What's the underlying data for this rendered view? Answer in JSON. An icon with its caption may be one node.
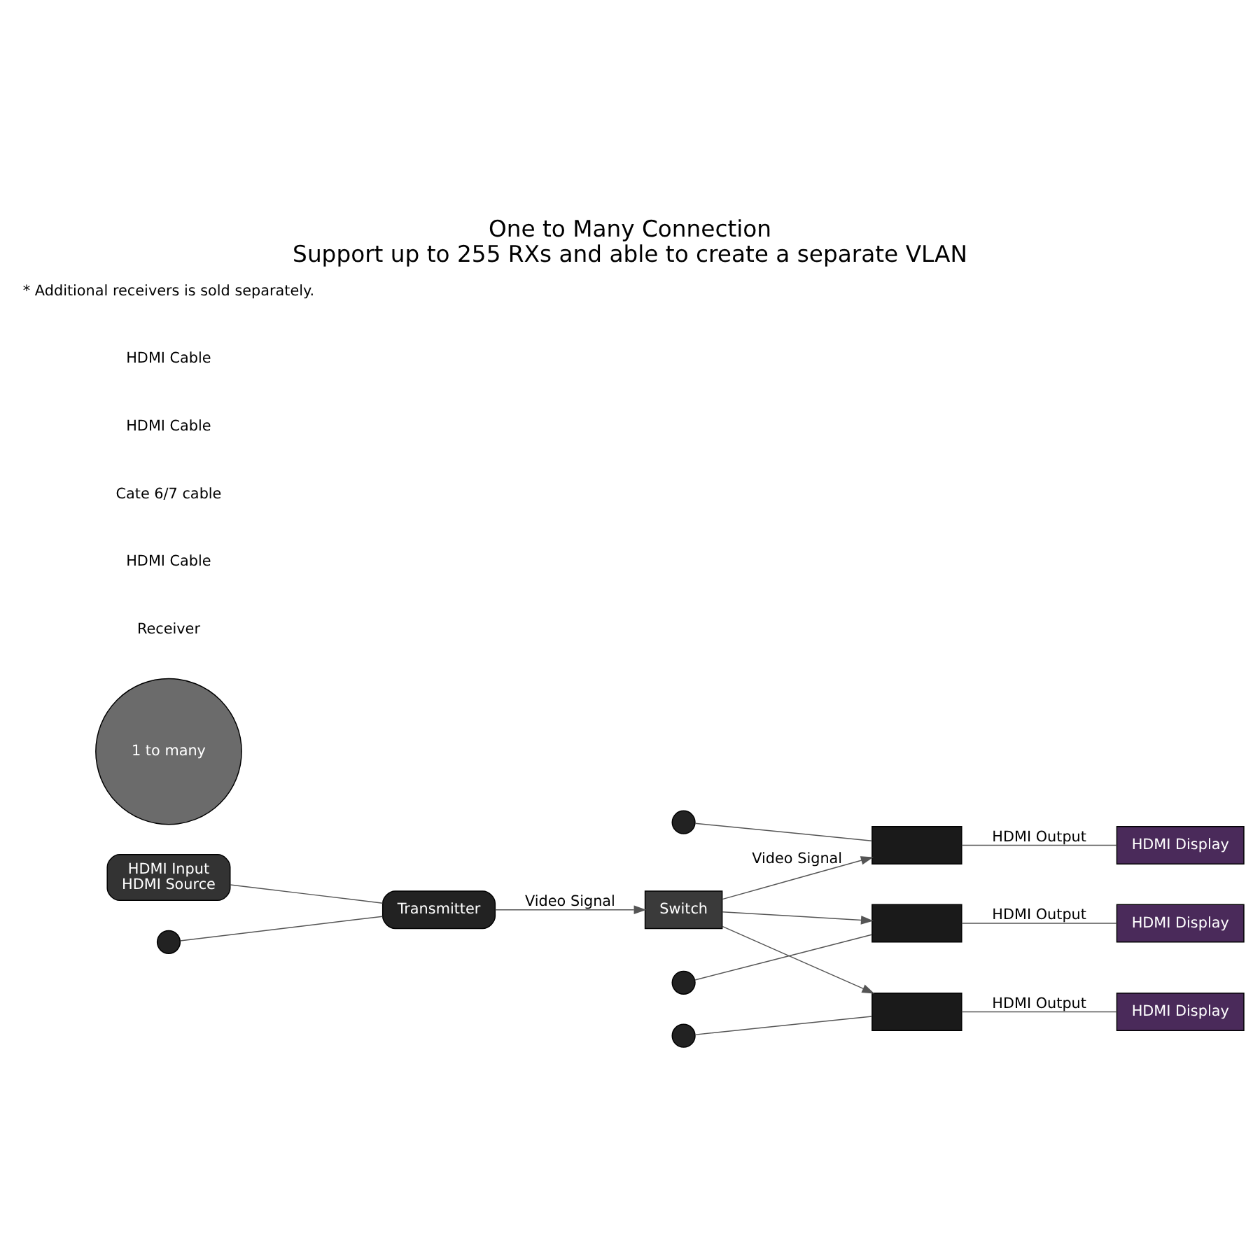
{
  "diagram": {
    "title": "One to Many Connection",
    "caption": "Support up to 255 RXs and able to create a separate VLAN",
    "nodes": [
      {
        "text": [
          "HDMI Input",
          "HDMI Source"
        ]
      },
      {
        "text": [],
        "shape": "circle"
      },
      {
        "text": [
          "Transmitter"
        ]
      },
      {
        "text": [
          "1 to many"
        ]
      },
      {
        "text": [
          "Switch"
        ]
      },
      {
        "text": [],
        "shape": "circle"
      },
      {
        "text": [],
        "shape": "box"
      },
      {
        "text": [
          "HDMI Display"
        ]
      },
      {
        "text": [],
        "shape": "circle"
      },
      {
        "text": [],
        "shape": "box"
      },
      {
        "text": [
          "HDMI Display"
        ]
      },
      {
        "text": [],
        "shape": "circle"
      },
      {
        "text": [],
        "shape": "box"
      },
      {
        "text": [
          "HDMI Display"
        ]
      }
    ],
    "edges": [
      {
        "from": 0,
        "to": 2,
        "arrow": "none"
      },
      {
        "from": 1,
        "to": 2,
        "arrow": "none"
      },
      {
        "from": 2,
        "to": 4,
        "arrow": "to",
        "label": "Video Signal"
      },
      {
        "from": 4,
        "to": 6,
        "arrow": "to",
        "label": "Video Signal"
      },
      {
        "from": 4,
        "to": 9,
        "arrow": "to"
      },
      {
        "from": 4,
        "to": 12,
        "arrow": "to"
      },
      {
        "from": 5,
        "to": 6,
        "arrow": "none"
      },
      {
        "from": 8,
        "to": 9,
        "arrow": "none"
      },
      {
        "from": 11,
        "to": 12,
        "arrow": "none"
      },
      {
        "from": 6,
        "to": 7,
        "arrow": "none",
        "label": "HDMI Output"
      },
      {
        "from": 9,
        "to": 10,
        "arrow": "none",
        "label": "HDMI Output"
      },
      {
        "from": 12,
        "to": 13,
        "arrow": "none",
        "label": "HDMI Output"
      }
    ],
    "labels": [
      "Receiver",
      "HDMI Cable",
      "Cate 6/7 cable",
      "HDMI Cable",
      "HDMI Cable",
      "* Additional receivers is sold separately."
    ]
  }
}
